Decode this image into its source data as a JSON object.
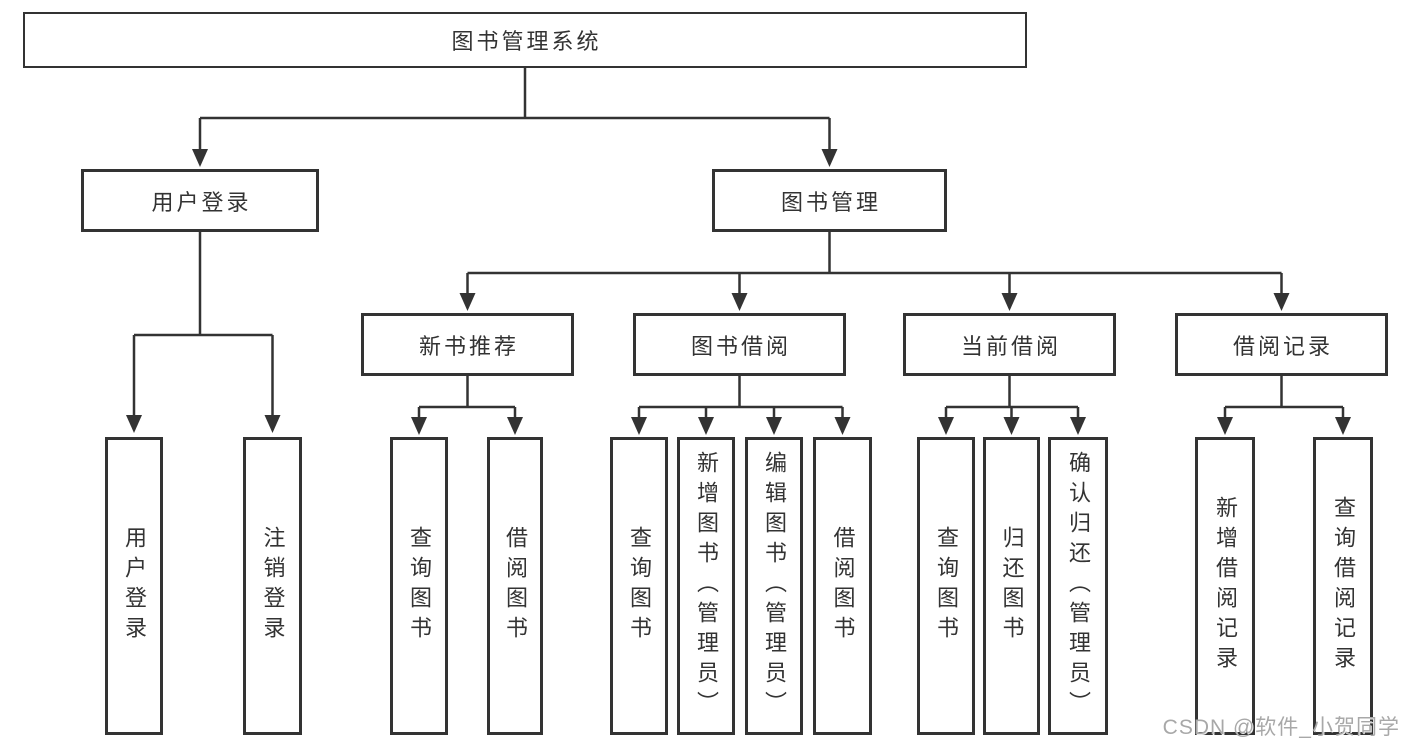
{
  "tree": {
    "label": "图书管理系统",
    "children": [
      {
        "label": "用户登录",
        "children": [
          {
            "label": "用户登录"
          },
          {
            "label": "注销登录"
          }
        ]
      },
      {
        "label": "图书管理",
        "children": [
          {
            "label": "新书推荐",
            "children": [
              {
                "label": "查询图书"
              },
              {
                "label": "借阅图书"
              }
            ]
          },
          {
            "label": "图书借阅",
            "children": [
              {
                "label": "查询图书"
              },
              {
                "label": "新增图书（管理员）"
              },
              {
                "label": "编辑图书（管理员）"
              },
              {
                "label": "借阅图书"
              }
            ]
          },
          {
            "label": "当前借阅",
            "children": [
              {
                "label": "查询图书"
              },
              {
                "label": "归还图书"
              },
              {
                "label": "确认归还（管理员）"
              }
            ]
          },
          {
            "label": "借阅记录",
            "children": [
              {
                "label": "新增借阅记录"
              },
              {
                "label": "查询借阅记录"
              }
            ]
          }
        ]
      }
    ]
  },
  "watermark": {
    "text": "CSDN @软件_小贺同学"
  },
  "colors": {
    "line": "#333333",
    "box_border": "#333333",
    "text": "#333333",
    "background": "#ffffff",
    "watermark": "#a8a8a8"
  }
}
